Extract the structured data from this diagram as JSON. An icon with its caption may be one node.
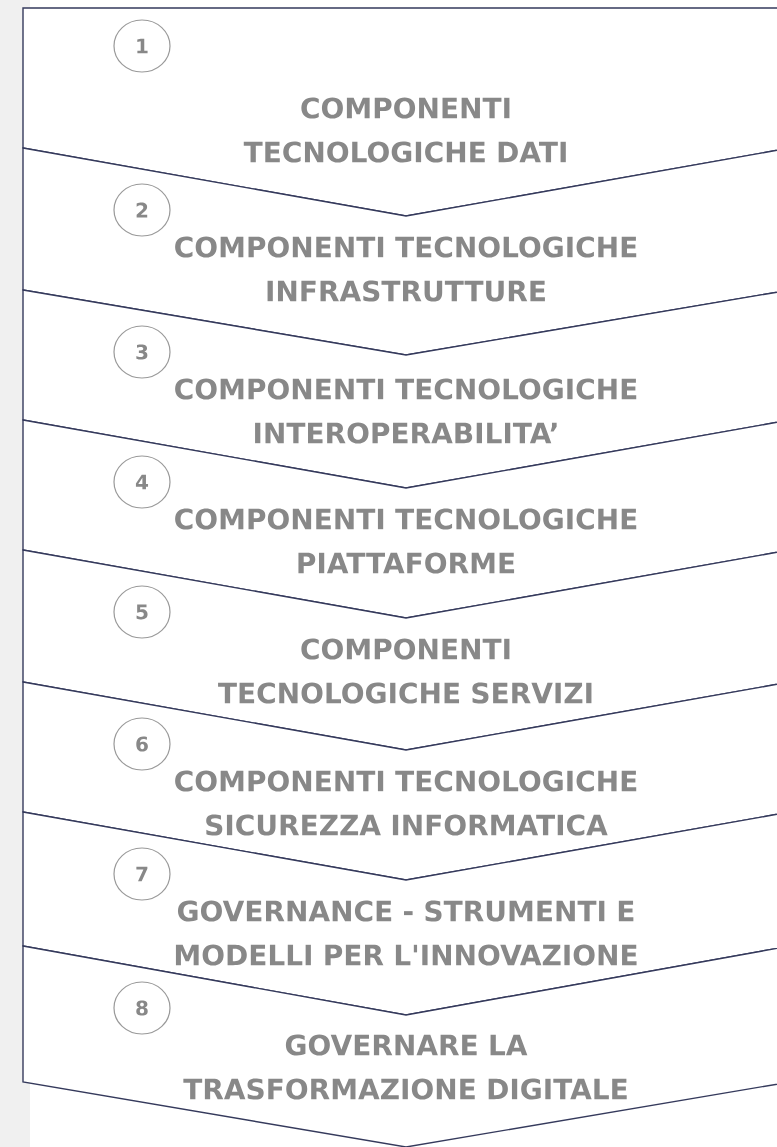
{
  "diagram": {
    "nodes": [
      {
        "text": [
          "1",
          "COMPONENTI TECNOLOGICHE DATI"
        ]
      },
      {
        "text": [
          "2",
          "COMPONENTI TECNOLOGICHE INFRASTRUTTURE"
        ]
      },
      {
        "text": [
          "3",
          "COMPONENTI TECNOLOGICHE INTEROPERABILITA’"
        ]
      },
      {
        "text": [
          "4",
          "COMPONENTI TECNOLOGICHE PIATTAFORME"
        ]
      },
      {
        "text": [
          "5",
          "COMPONENTI TECNOLOGICHE SERVIZI"
        ]
      },
      {
        "text": [
          "6",
          "COMPONENTI TECNOLOGICHE SICUREZZA INFORMATICA"
        ]
      },
      {
        "text": [
          "7",
          "GOVERNANCE - STRUMENTI E MODELLI PER L'INNOVAZIONE"
        ]
      },
      {
        "text": [
          "8",
          "GOVERNARE LA TRASFORMAZIONE DIGITALE"
        ]
      }
    ]
  }
}
